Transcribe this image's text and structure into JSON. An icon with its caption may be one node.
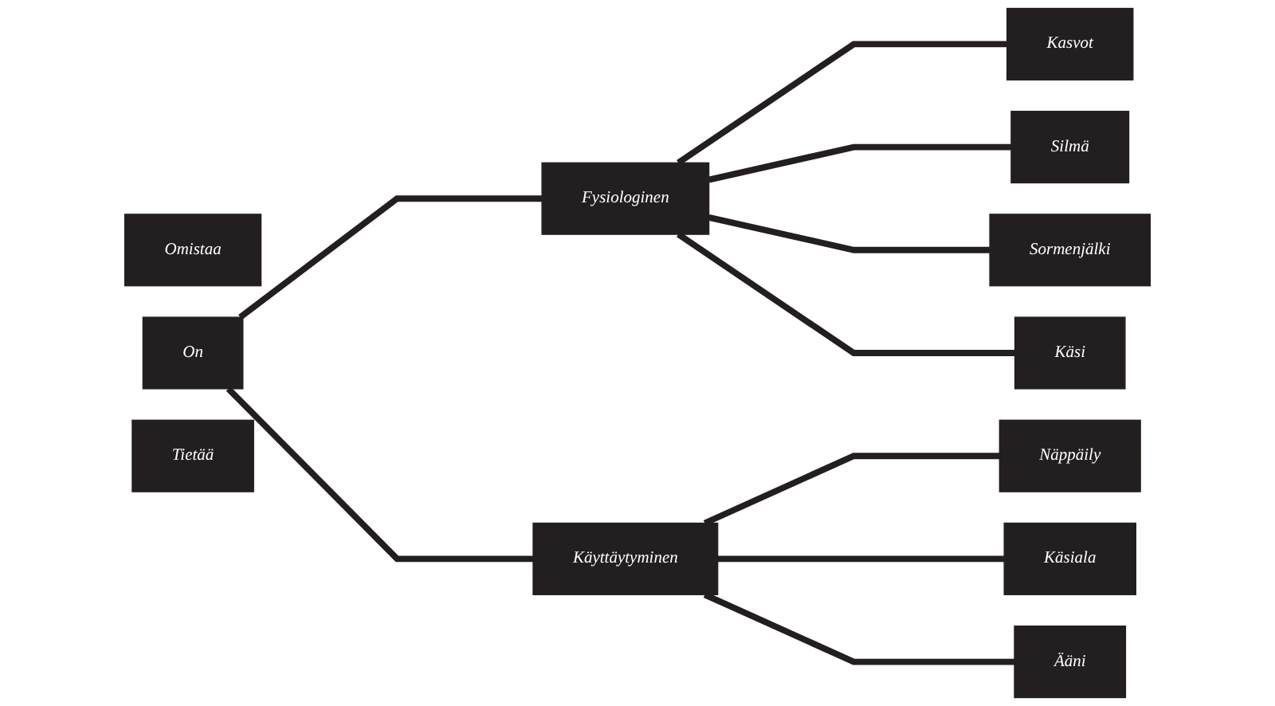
{
  "diagram": {
    "nodes": [
      {
        "text": [
          "Omistaa"
        ]
      },
      {
        "text": [
          "On"
        ]
      },
      {
        "text": [
          "Tietää"
        ]
      },
      {
        "text": [
          "Fysiologinen"
        ]
      },
      {
        "text": [
          "Käyttäytyminen"
        ]
      },
      {
        "text": [
          "Kasvot"
        ]
      },
      {
        "text": [
          "Silmä"
        ]
      },
      {
        "text": [
          "Sormenjälki"
        ]
      },
      {
        "text": [
          "Käsi"
        ]
      },
      {
        "text": [
          "Näppäily"
        ]
      },
      {
        "text": [
          "Käsiala"
        ]
      },
      {
        "text": [
          "Ääni"
        ]
      }
    ],
    "edges": [
      {
        "from": 1,
        "to": 3,
        "arrow": "none"
      },
      {
        "from": 1,
        "to": 4,
        "arrow": "none"
      },
      {
        "from": 3,
        "to": 5,
        "arrow": "none"
      },
      {
        "from": 3,
        "to": 6,
        "arrow": "none"
      },
      {
        "from": 3,
        "to": 7,
        "arrow": "none"
      },
      {
        "from": 3,
        "to": 8,
        "arrow": "none"
      },
      {
        "from": 4,
        "to": 9,
        "arrow": "none"
      },
      {
        "from": 4,
        "to": 10,
        "arrow": "none"
      },
      {
        "from": 4,
        "to": 11,
        "arrow": "none"
      }
    ]
  }
}
